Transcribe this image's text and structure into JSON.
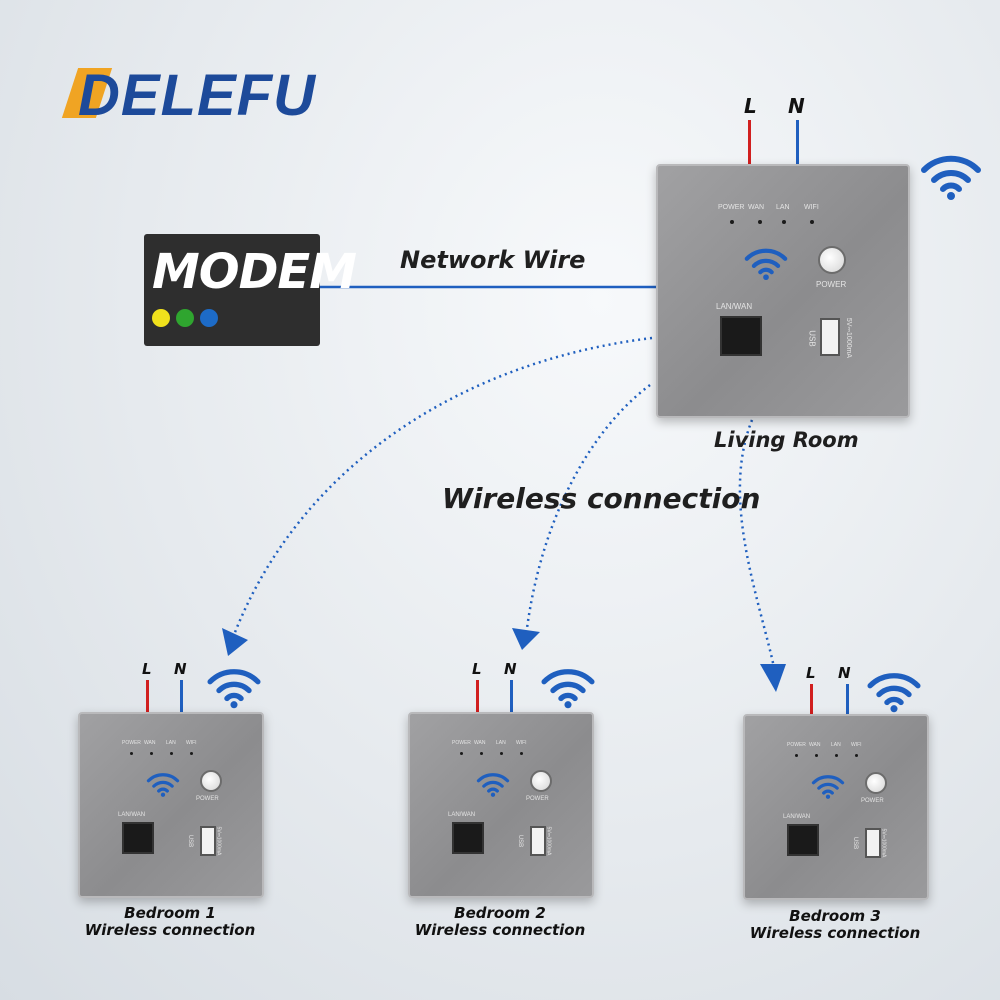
{
  "brand": {
    "name": "DELEFU",
    "color": "#1d4a9a",
    "accent": "#f0a423"
  },
  "modem": {
    "label": "MODEM",
    "dots": [
      "#f0e11c",
      "#2fa52f",
      "#1d6bc7"
    ]
  },
  "network_wire_label": "Network Wire",
  "wireless_label": "Wireless connection",
  "wire_labels": {
    "live": "L",
    "neutral": "N",
    "live_color": "#d11f1f",
    "neutral_color": "#1f5fbf"
  },
  "panel": {
    "indicators": [
      "POWER",
      "WAN",
      "LAN",
      "WIFI"
    ],
    "power_label": "POWER",
    "port_label": "LAN/WAN",
    "usb_label": "USB",
    "usb_spec": "5V⎓1000mA"
  },
  "main_router": {
    "caption": "Living Room"
  },
  "bedrooms": [
    {
      "name": "Bedroom 1",
      "subtitle": "Wireless connection"
    },
    {
      "name": "Bedroom 2",
      "subtitle": "Wireless connection"
    },
    {
      "name": "Bedroom 3",
      "subtitle": "Wireless connection"
    }
  ],
  "icons": {
    "wifi": "wifi-icon",
    "arrow": "arrow-down-icon"
  }
}
